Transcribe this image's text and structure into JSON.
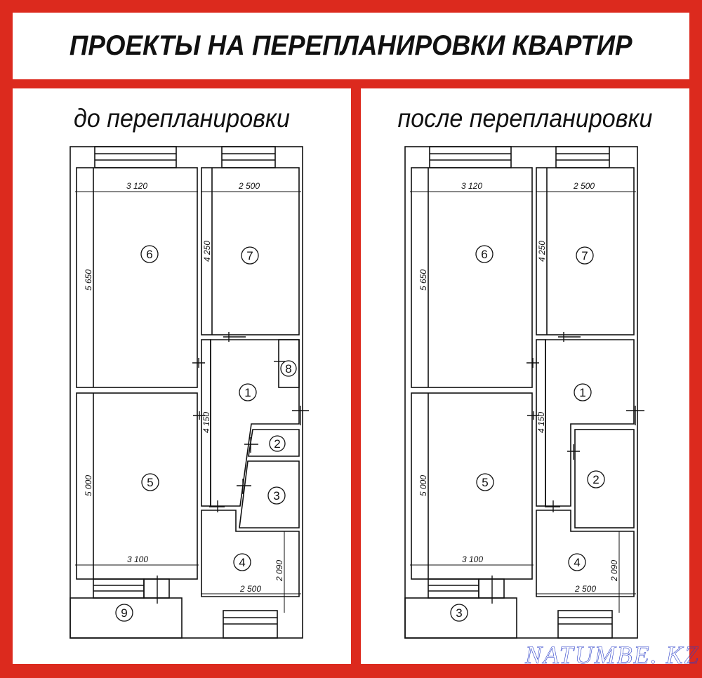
{
  "header": {
    "title": "ПРОЕКТЫ НА ПЕРЕПЛАНИРОВКИ КВАРТИР"
  },
  "colors": {
    "frame_red": "#dc2a1e",
    "panel_bg": "#ffffff",
    "line": "#111111",
    "watermark_blue": "#2b3fc9"
  },
  "plans": {
    "before": {
      "subtitle": "до перепланировки",
      "dimensions": {
        "room6_width": "3 120",
        "room6_height": "5 650",
        "room7_width": "2 500",
        "room7_height": "4 250",
        "corridor_height": "4 150",
        "room5_height": "5 000",
        "room5_width": "3 100",
        "room4_width": "2 500",
        "room4_height": "2 090"
      },
      "rooms": {
        "r1": "1",
        "r2": "2",
        "r3": "3",
        "r4": "4",
        "r5": "5",
        "r6": "6",
        "r7": "7",
        "r8": "8",
        "r9": "9"
      }
    },
    "after": {
      "subtitle": "после перепланировки",
      "dimensions": {
        "room6_width": "3 120",
        "room6_height": "5 650",
        "room7_width": "2 500",
        "room7_height": "4 250",
        "corridor_height": "4 150",
        "room5_height": "5 000",
        "room5_width": "3 100",
        "room4_width": "2 500",
        "room4_height": "2 090"
      },
      "rooms": {
        "r1": "1",
        "r2": "2",
        "r3": "3",
        "r4": "4",
        "r5": "5",
        "r6": "6",
        "r7": "7"
      }
    }
  },
  "watermark": "NATUMBE. KZ"
}
